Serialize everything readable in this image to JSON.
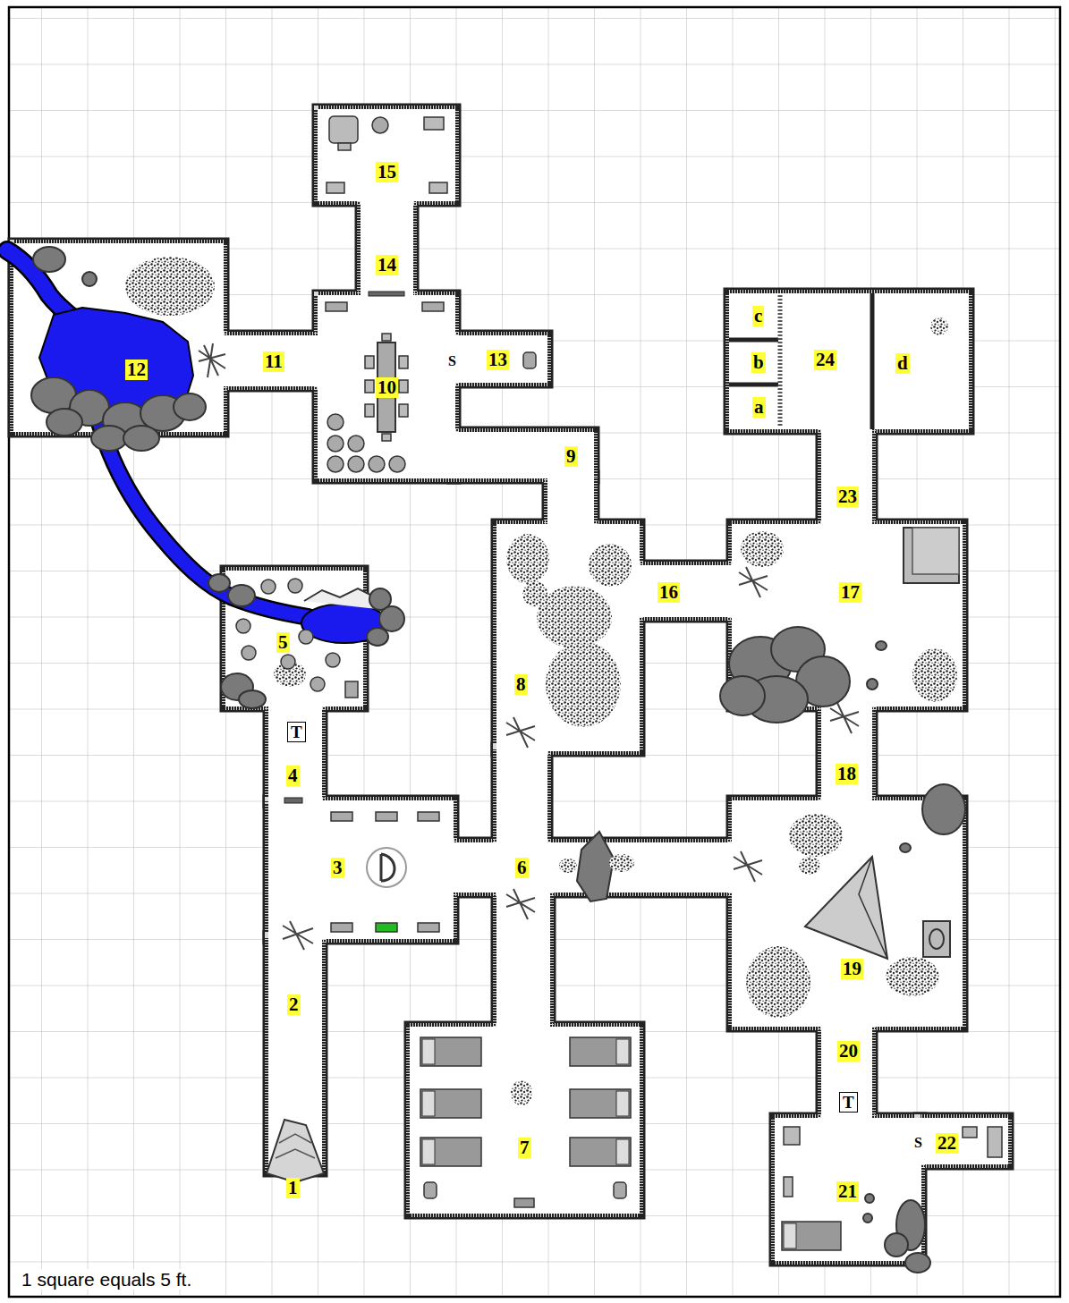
{
  "diagram": {
    "labels": [
      "15",
      "14",
      "c",
      "24",
      "b",
      "d",
      "11",
      "13",
      "S",
      "12",
      "10",
      "a",
      "9",
      "23",
      "16",
      "17",
      "5",
      "8",
      "T",
      "4",
      "18",
      "3",
      "6",
      "2",
      "19",
      "20",
      "T",
      "22",
      "S",
      "21",
      "7",
      "1",
      "1 square equals 5 ft."
    ]
  }
}
